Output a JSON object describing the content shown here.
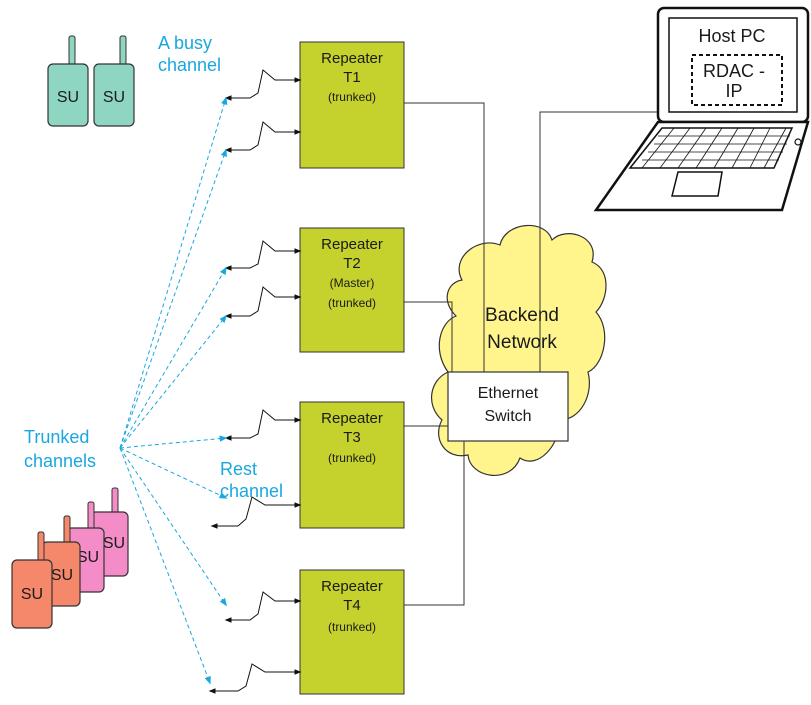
{
  "colors": {
    "repeater_fill": "#c5d12c",
    "cloud_fill": "#fff58c",
    "label_blue": "#19a7e0",
    "su_busy": "#8fd6c2",
    "su_pink": "#f48cc8",
    "su_orange": "#f5886a"
  },
  "labels": {
    "busy_channel": [
      "A busy",
      "channel"
    ],
    "trunked_channels": [
      "Trunked",
      "channels"
    ],
    "rest_channel": [
      "Rest",
      "channel"
    ],
    "su": "SU",
    "backend_network": [
      "Backend",
      "Network"
    ],
    "ethernet_switch": [
      "Ethernet",
      "Switch"
    ],
    "host_pc": "Host PC",
    "rdac_ip": [
      "RDAC -",
      "IP"
    ]
  },
  "repeaters": [
    {
      "line1": "Repeater",
      "line2": "T1",
      "line3": "(trunked)",
      "line4": ""
    },
    {
      "line1": "Repeater",
      "line2": "T2",
      "line3": "(Master)",
      "line4": "(trunked)"
    },
    {
      "line1": "Repeater",
      "line2": "T3",
      "line3": "(trunked)",
      "line4": ""
    },
    {
      "line1": "Repeater",
      "line2": "T4",
      "line3": "(trunked)",
      "line4": ""
    }
  ]
}
